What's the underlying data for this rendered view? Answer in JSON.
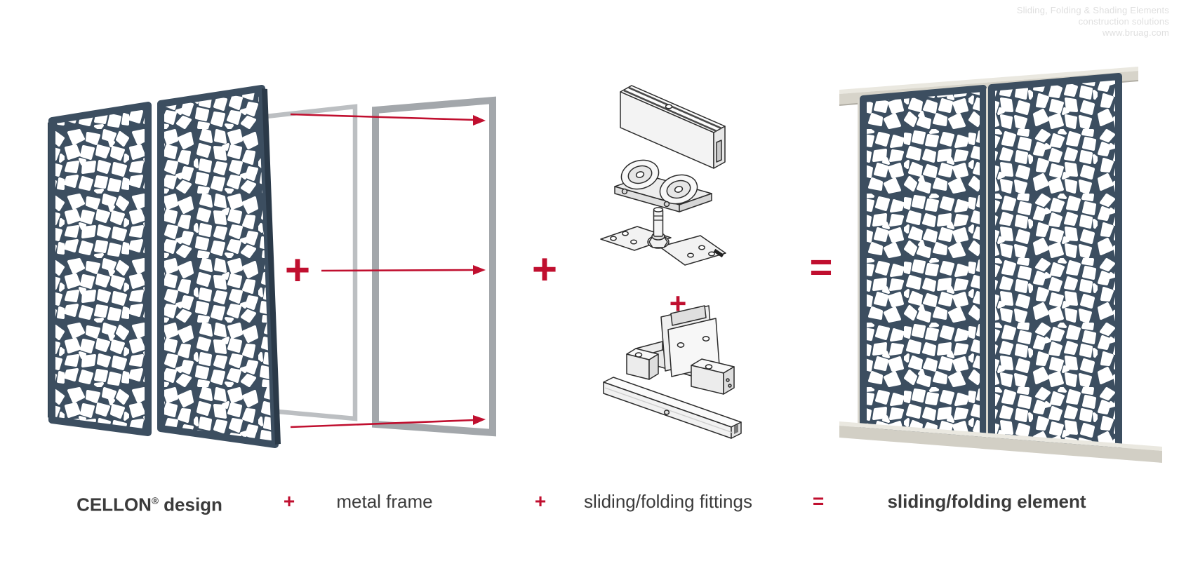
{
  "watermark": {
    "lines": [
      "Sliding, Folding & Shading Elements",
      "construction solutions",
      "www.bruag.com"
    ]
  },
  "diagram": {
    "plus_panels_frames": "+",
    "plus_frames_fittings": "+",
    "plus_fittings_stack": "+",
    "equals_result": "="
  },
  "captions": {
    "cellon_brand": "CELLON",
    "cellon_reg": "®",
    "cellon_suffix": " design",
    "plus_1": "+",
    "metal_frame": "metal frame",
    "plus_2": "+",
    "fittings": "sliding/folding fittings",
    "equals": "=",
    "result": "sliding/folding element"
  },
  "colors": {
    "accent_red": "#c00f2f",
    "panel_blue": "#3c4e60",
    "panel_edge_dark": "#2b3a49",
    "label_gray": "#3b3b3b",
    "watermark_gray": "#dfdfdf"
  }
}
